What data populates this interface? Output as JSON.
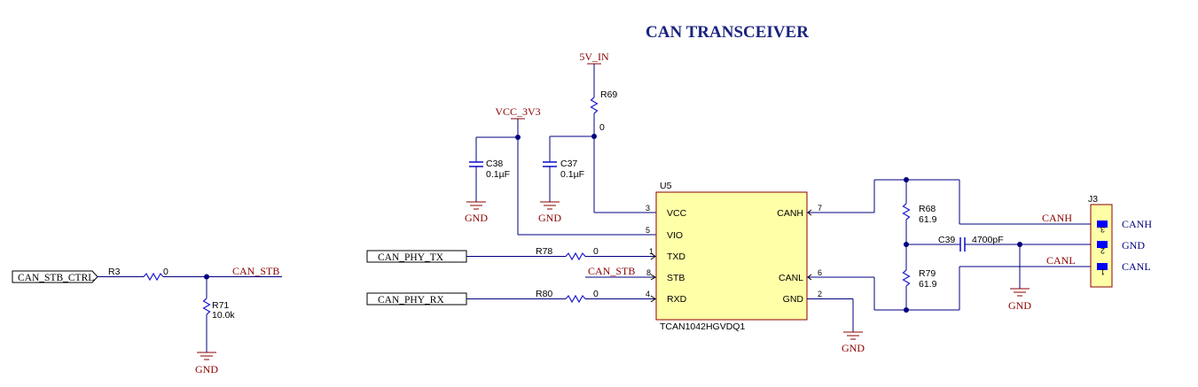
{
  "title": "CAN TRANSCEIVER",
  "nets": {
    "five_v_in": "5V_IN",
    "vcc_3v3": "VCC_3V3",
    "gnd": "GND",
    "can_stb": "CAN_STB",
    "canh": "CANH",
    "canl": "CANL"
  },
  "ports": {
    "can_stb_ctrl": "CAN_STB_CTRL",
    "can_phy_tx": "CAN_PHY_TX",
    "can_phy_rx": "CAN_PHY_RX"
  },
  "components": {
    "r69": {
      "ref": "R69",
      "value": "0"
    },
    "r3": {
      "ref": "R3",
      "value": "0"
    },
    "r71": {
      "ref": "R71",
      "value": "10.0k"
    },
    "r78": {
      "ref": "R78",
      "value": "0"
    },
    "r80": {
      "ref": "R80",
      "value": "0"
    },
    "r68": {
      "ref": "R68",
      "value": "61.9"
    },
    "r79": {
      "ref": "R79",
      "value": "61.9"
    },
    "c37": {
      "ref": "C37",
      "value": "0.1µF"
    },
    "c38": {
      "ref": "C38",
      "value": "0.1µF"
    },
    "c39": {
      "ref": "C39",
      "value": "4700pF"
    }
  },
  "ic": {
    "ref": "U5",
    "part": "TCAN1042HGVDQ1",
    "pins_left": [
      {
        "name": "VCC",
        "num": "3"
      },
      {
        "name": "VIO",
        "num": "5"
      },
      {
        "name": "TXD",
        "num": "1"
      },
      {
        "name": "STB",
        "num": "8"
      },
      {
        "name": "RXD",
        "num": "4"
      }
    ],
    "pins_right": [
      {
        "name": "CANH",
        "num": "7"
      },
      {
        "name": "CANL",
        "num": "6"
      },
      {
        "name": "GND",
        "num": "2"
      }
    ]
  },
  "connector": {
    "ref": "J3",
    "pins": [
      {
        "num": "3",
        "label": "CANH"
      },
      {
        "num": "2",
        "label": "GND"
      },
      {
        "num": "1",
        "label": "CANL"
      }
    ]
  },
  "colors": {
    "wire": "#000080",
    "net_label": "#8b0000",
    "ic_fill": "#ffffa8",
    "title": "#1a237e"
  }
}
